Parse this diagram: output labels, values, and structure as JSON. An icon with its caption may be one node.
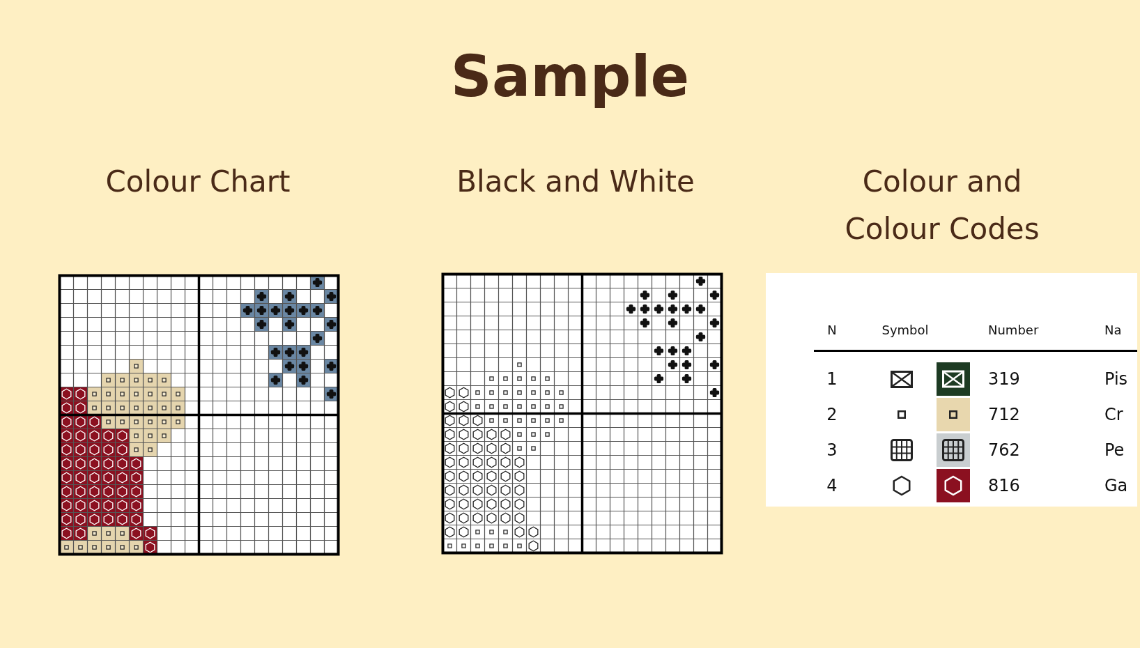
{
  "diagram": {
    "title": "Sample",
    "labels": [
      "Colour Chart",
      "Black and White",
      "Colour and Colour Codes",
      "N",
      "Symbol",
      "Number",
      "Na",
      "1",
      "319",
      "Pis",
      "2",
      "712",
      "Cr",
      "3",
      "762",
      "Pe",
      "4",
      "816",
      "Ga"
    ]
  }
}
